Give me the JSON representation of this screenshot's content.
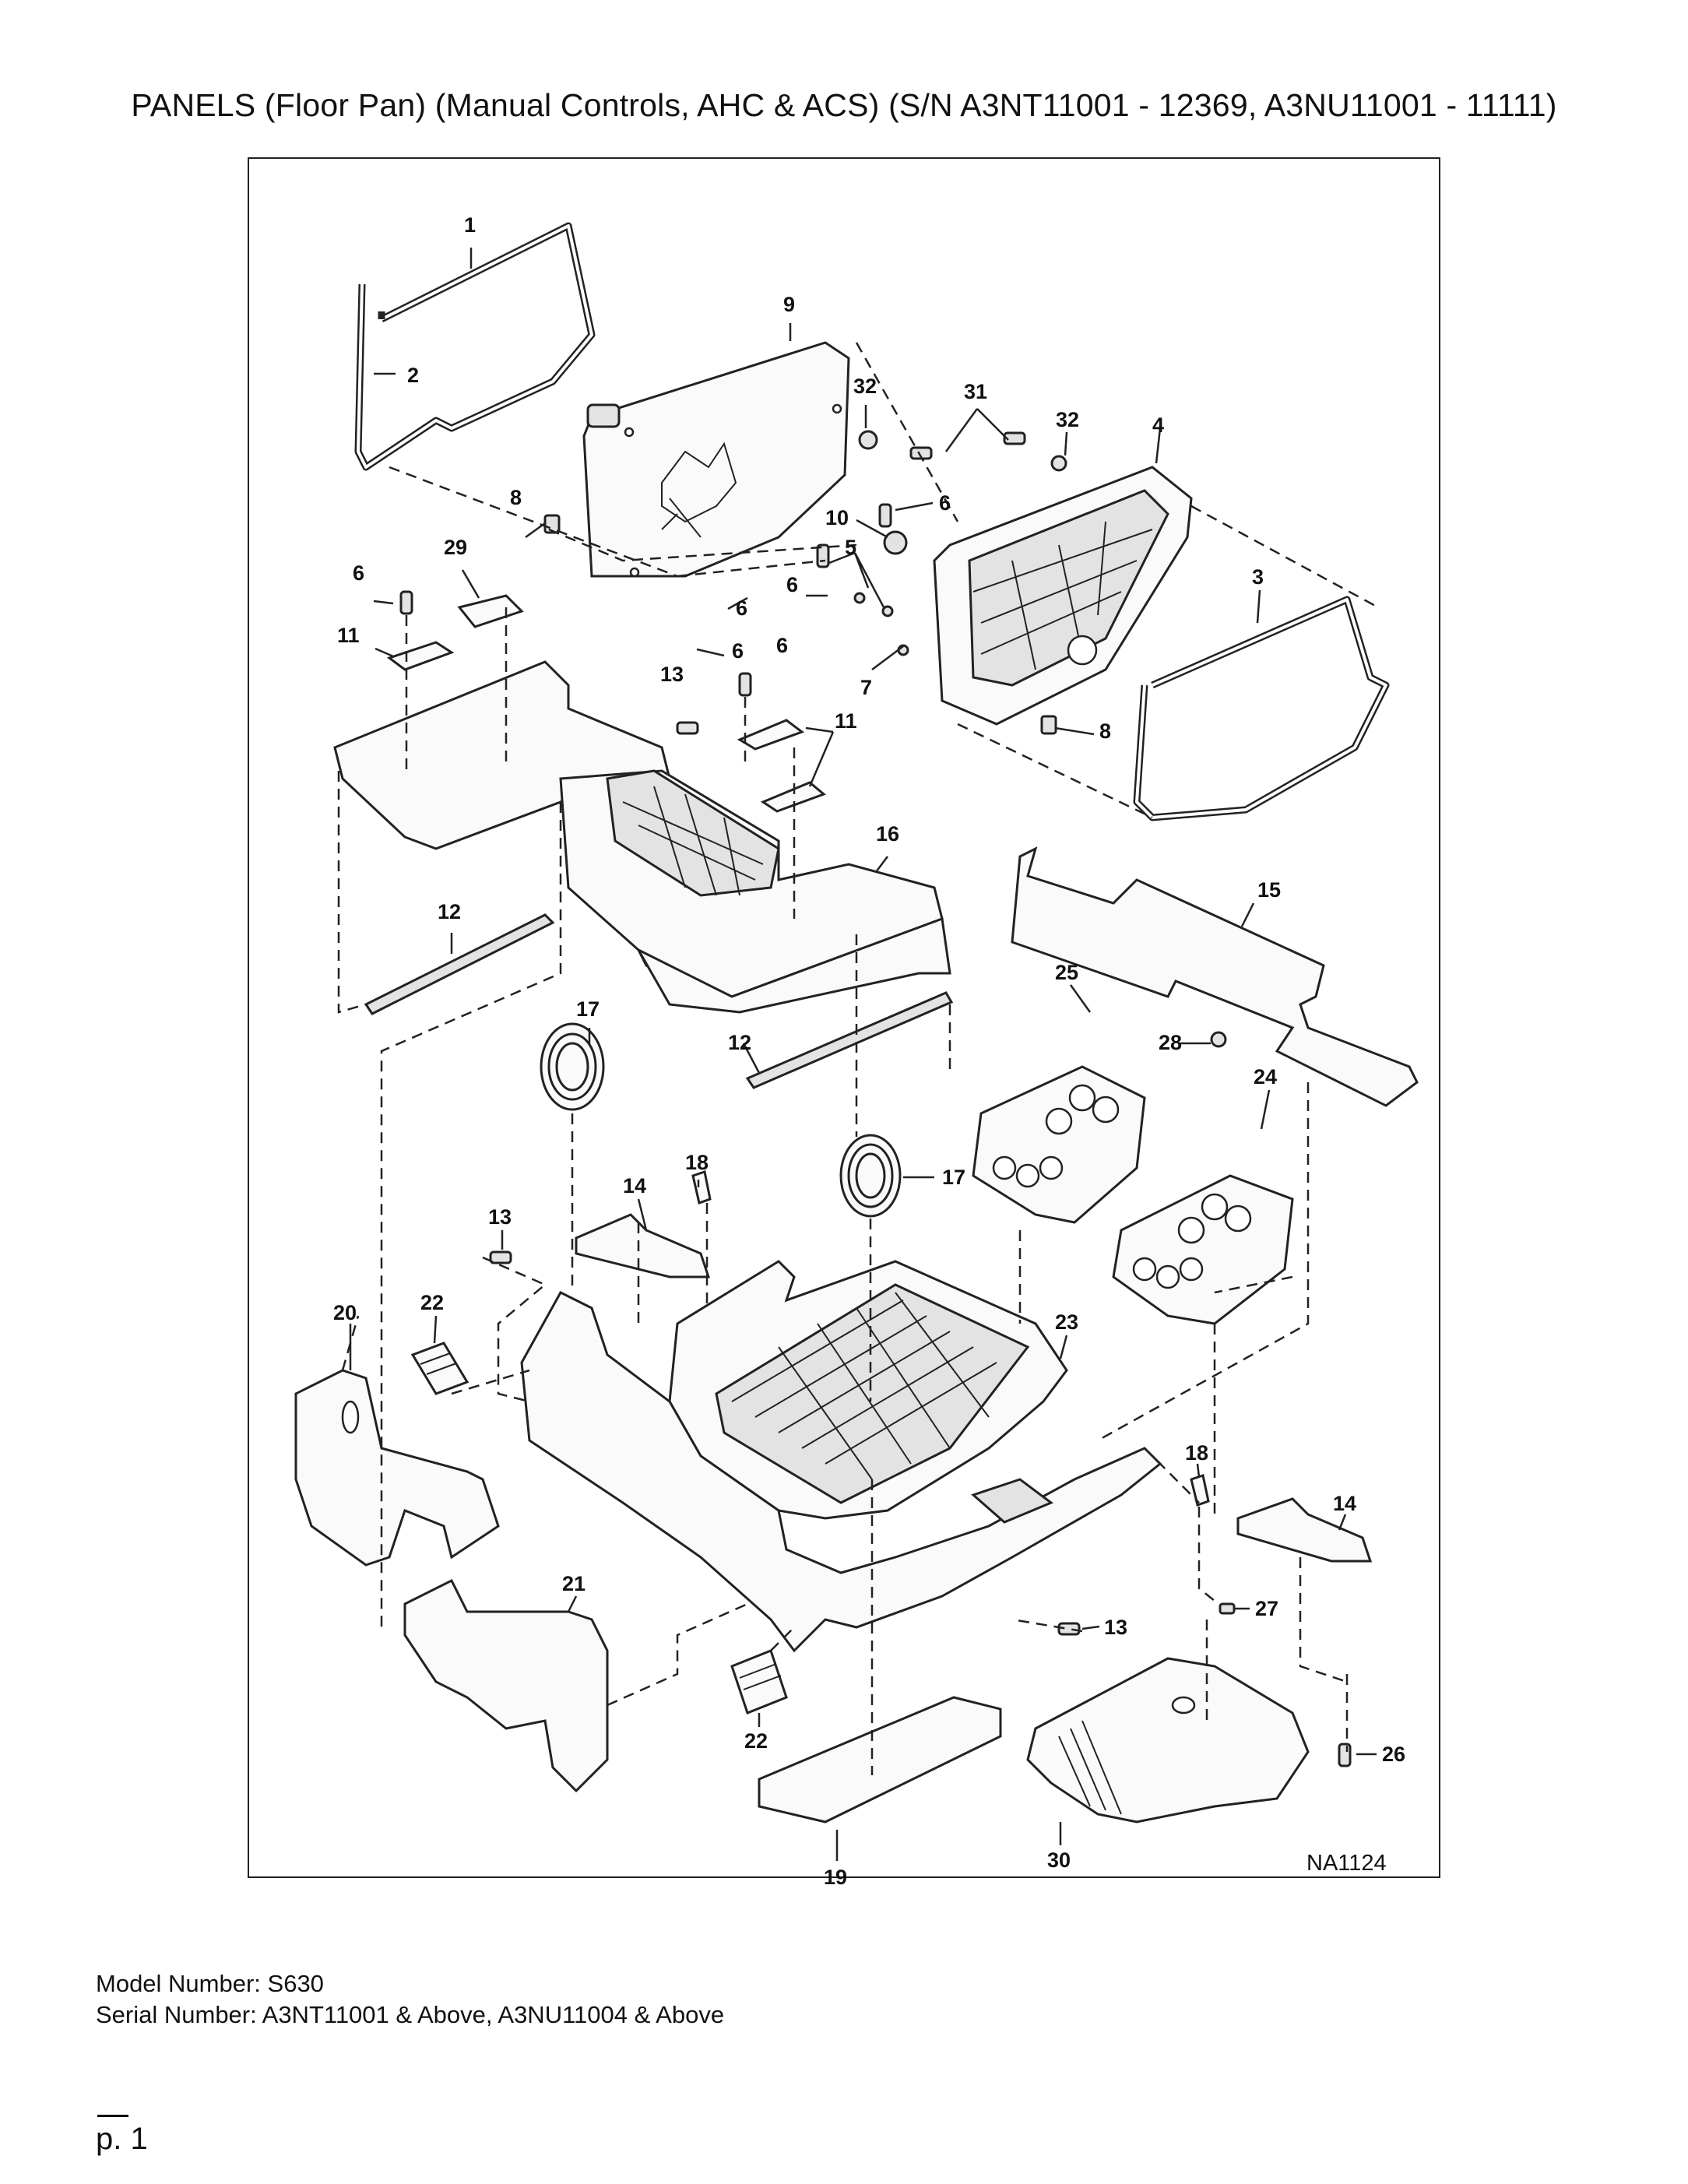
{
  "page": {
    "title": "PANELS (Floor Pan) (Manual Controls, AHC & ACS) (S/N A3NT11001 - 12369, A3NU11001 - 11111)",
    "drawing_id": "NA1124",
    "footer": {
      "model": "Model Number: S630",
      "serial": "Serial Number: A3NT11001 & Above, A3NU11004 & Above"
    },
    "page_number": "p. 1"
  },
  "callouts": [
    "1",
    "2",
    "9",
    "32",
    "31",
    "32",
    "4",
    "8",
    "10",
    "6",
    "29",
    "6",
    "5",
    "6",
    "6",
    "6",
    "3",
    "11",
    "13",
    "6",
    "7",
    "11",
    "8",
    "16",
    "15",
    "12",
    "17",
    "12",
    "25",
    "28",
    "24",
    "18",
    "14",
    "17",
    "13",
    "20",
    "22",
    "23",
    "18",
    "14",
    "21",
    "27",
    "13",
    "26",
    "22",
    "19",
    "30"
  ]
}
